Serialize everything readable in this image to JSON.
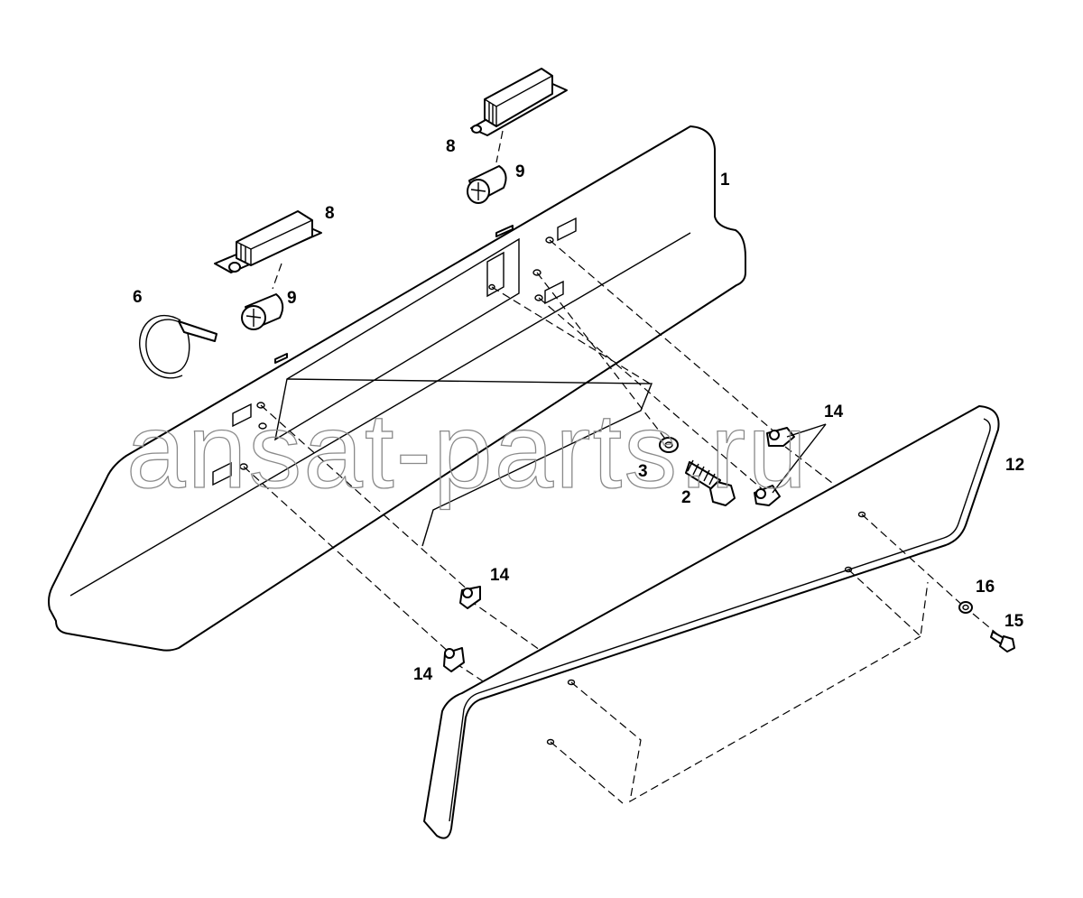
{
  "watermark": "ansat-parts.ru",
  "callouts": {
    "c1": "1",
    "c2": "2",
    "c3": "3",
    "c6": "6",
    "c8a": "8",
    "c8b": "8",
    "c9a": "9",
    "c9b": "9",
    "c12": "12",
    "c14a": "14",
    "c14b": "14",
    "c14c": "14",
    "c15": "15",
    "c16": "16"
  }
}
